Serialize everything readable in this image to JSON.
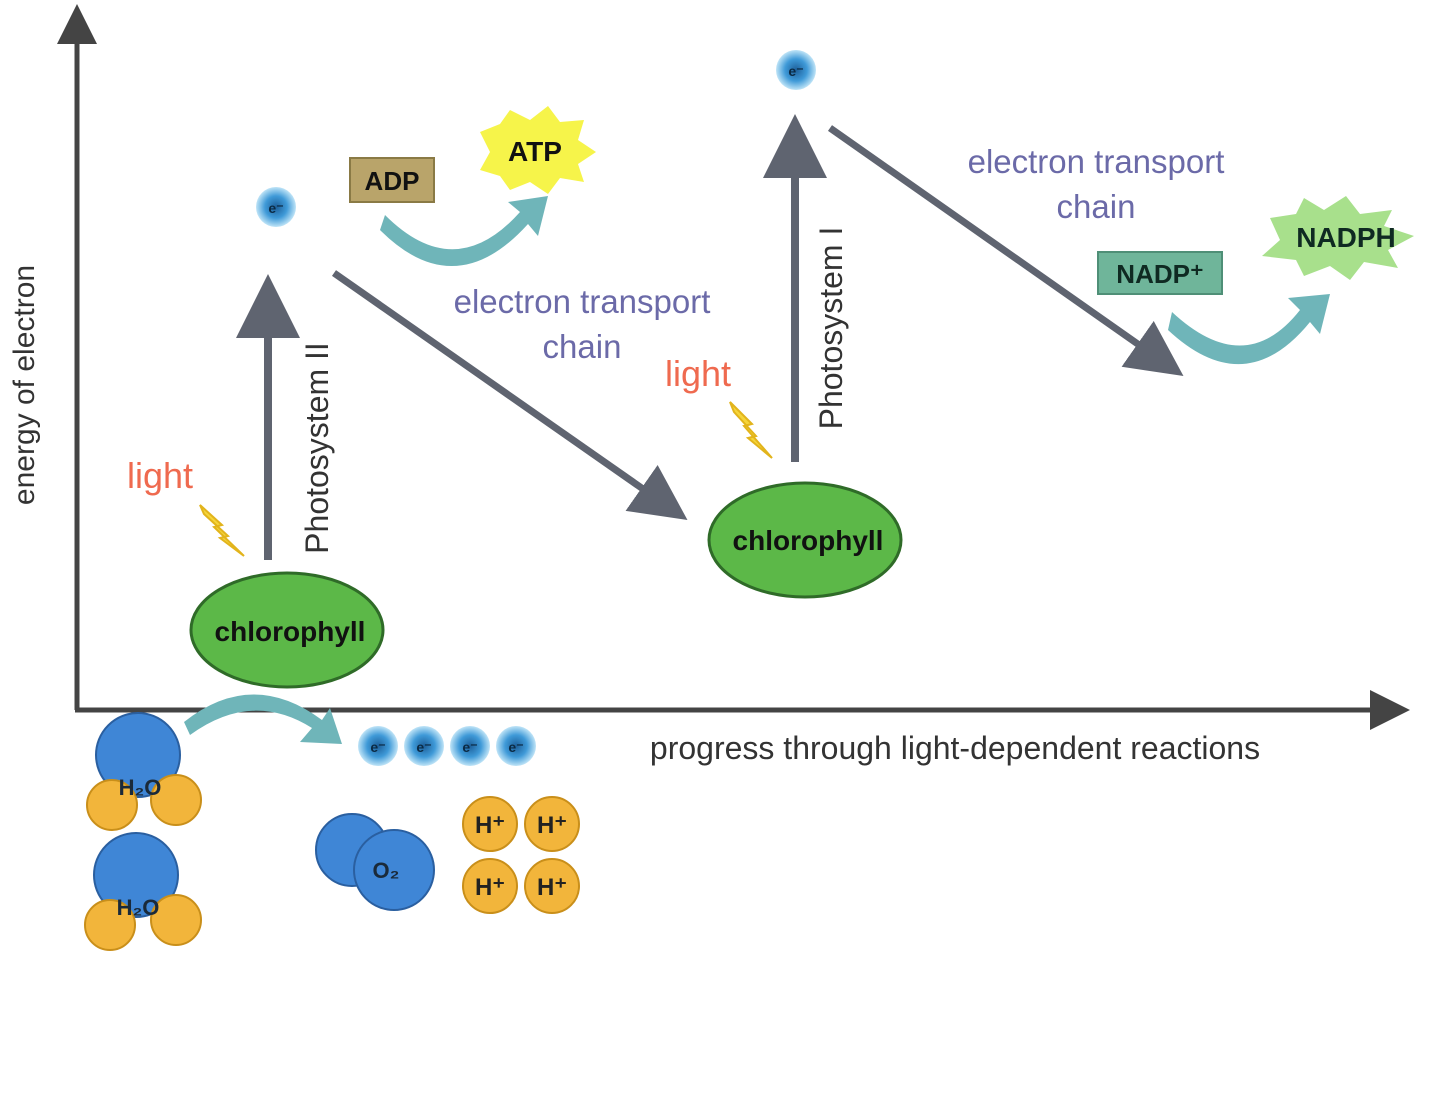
{
  "axes": {
    "y_label": "energy of electron",
    "x_label": "progress through light-dependent reactions"
  },
  "photosystems": {
    "ps2_label": "Photosystem II",
    "ps1_label": "Photosystem I"
  },
  "chlorophyll": {
    "label": "chlorophyll"
  },
  "light": {
    "label": "light"
  },
  "etc": {
    "line1": "electron transport",
    "line2": "chain"
  },
  "molecules": {
    "adp": "ADP",
    "atp": "ATP",
    "nadp": "NADP⁺",
    "nadph": "NADPH",
    "water": "H₂O",
    "oxygen": "O₂",
    "proton": "H⁺",
    "electron": "e⁻"
  },
  "colors": {
    "axis": "#444444",
    "arrow": "#5f6470",
    "teal_arrow": "#6fb5b9",
    "chlorophyll_fill": "#5cb848",
    "chlorophyll_stroke": "#2f6b28",
    "electron_fill": "#4aa8e0",
    "water_blue": "#3f86d6",
    "water_orange": "#f2b53b",
    "light_text": "#ef6a4f",
    "etc_text": "#6b6aa8",
    "adp_box": "#b9a46a",
    "atp_star": "#f6f44a",
    "nadp_box": "#6fb59a",
    "nadph_star": "#a8e08c"
  }
}
